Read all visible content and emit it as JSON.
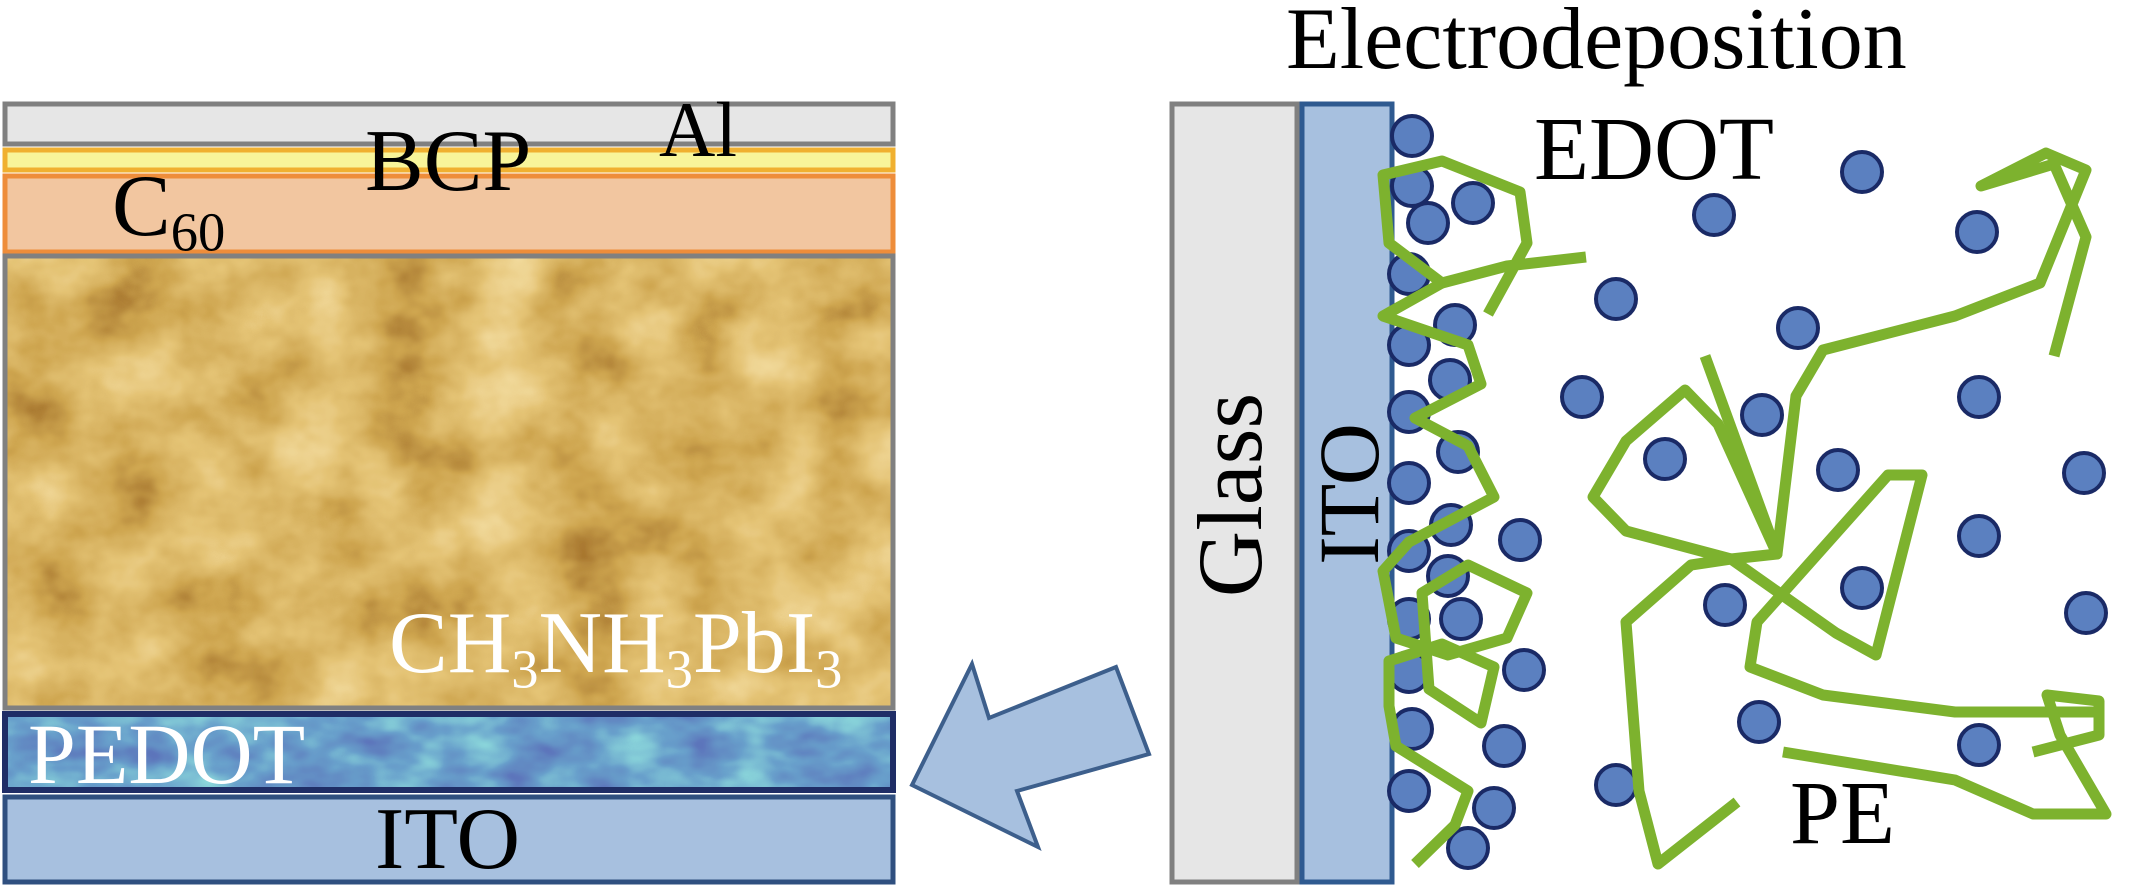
{
  "title": "Electrodeposition",
  "device_stack": {
    "layers": [
      {
        "label": "Al",
        "color": "#e6e6e6"
      },
      {
        "label": "BCP",
        "color": "#f8f59a"
      },
      {
        "label": "C",
        "subscript": "60",
        "color": "#f2c6a0"
      },
      {
        "label_parts": [
          "CH",
          "3",
          "NH",
          "3",
          "PbI",
          "3"
        ],
        "color": "#b5782a"
      },
      {
        "label": "PEDOT",
        "color": "#1d2c7c"
      },
      {
        "label": "ITO",
        "color": "#a7c0df"
      }
    ]
  },
  "electrode": {
    "glass_label": "Glass",
    "ito_label": "ITO"
  },
  "solution": {
    "monomer_label": "EDOT",
    "electrolyte_label": "PE",
    "monomer_color": "#5b80c0",
    "polymer_color": "#7db22e"
  },
  "arrow_color": "#a7c0df"
}
